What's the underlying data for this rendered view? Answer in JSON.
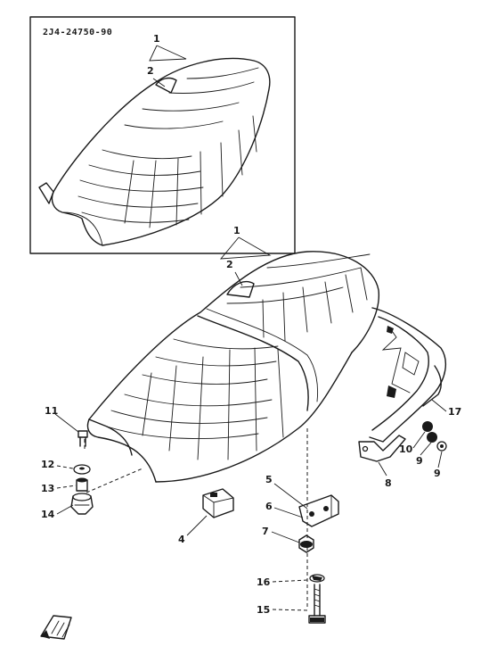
{
  "diagram": {
    "inset_part_code": "2J4-24750-90",
    "callouts": {
      "inset_1": "1",
      "inset_2": "2",
      "main_1": "1",
      "main_2": "2",
      "part_4": "4",
      "part_5": "5",
      "part_6": "6",
      "part_7": "7",
      "part_8": "8",
      "part_9": "9",
      "part_10": "10",
      "part_11": "11",
      "part_12": "12",
      "part_13": "13",
      "part_14": "14",
      "part_15": "15",
      "part_16": "16",
      "part_17": "17"
    }
  }
}
